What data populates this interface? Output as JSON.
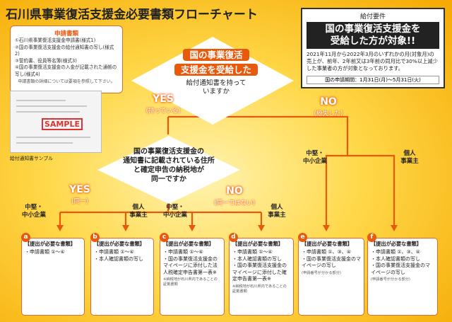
{
  "title": {
    "main": "石川県事業復活支援金必要書類フローチャート"
  },
  "requirements": {
    "header": "給付要件",
    "headline_1": "国の事業復活支援金を",
    "headline_2": "受給した方が対象!!",
    "body": "2021年11月から2022年3月のいずれかの月(対象月)の売上が、前年、2年前又は3年前の同月比で30%以上減少した事業者の方が対象となっております。",
    "period": "国の申請期間：1月31日(月)～5月31日(火)"
  },
  "documents": {
    "title": "申請書類",
    "items": [
      "①石川県事業復活支援金申請書(様式1)",
      "②国の事業復活支援金の給付通知書の写し(様式2)",
      "③誓約書、役員等名簿(様式3)",
      "④国の事業復活支援金の入金が記載された通帳の写し(様式4)"
    ],
    "note": "申請書類の詳細については要項を参照して下さい。",
    "sample_stamp": "SAMPLE",
    "sample_caption": "給付通知書サンプル"
  },
  "q1": {
    "line1": "国の事業復活",
    "line2": "支援金を受給した",
    "line3": "給付通知書を持って",
    "line4": "いますか"
  },
  "q2": {
    "line1": "国の事業復活支援金の",
    "line2": "通知書に記載されている住所",
    "line3": "と確定申告の納税地が",
    "line4": "同一ですか"
  },
  "branches": {
    "yes1": "YES",
    "yes1_sub": "(持っている)",
    "no1": "NO",
    "no1_sub": "(紛失した)",
    "yes2": "YES",
    "yes2_sub": "(同一)",
    "no2": "NO",
    "no2_sub": "(同一ではない)",
    "corp": "中堅・\n中小企業",
    "indiv": "個人\n事業主"
  },
  "results": [
    {
      "badge": "a",
      "title": "【提出が必要な書類】",
      "items": [
        "・申請書類 ①～④"
      ],
      "note": ""
    },
    {
      "badge": "b",
      "title": "【提出が必要な書類】",
      "items": [
        "・申請書類 ①～④",
        "・本人確認書類の写し"
      ],
      "note": ""
    },
    {
      "badge": "c",
      "title": "【提出が必要な書類】",
      "items": [
        "・申請書類 ①～④",
        "・国の事業復活支援金のマイページに添付した法人税確定申告書第一表※"
      ],
      "note": "※納税地が石川県内であることの証拠書類"
    },
    {
      "badge": "d",
      "title": "【提出が必要な書類】",
      "items": [
        "・申請書類 ①～④",
        "・本人確認書類の写し",
        "・国の事業復活支援金のマイページに添付した確定申告書第一表※"
      ],
      "note": "※納税地が石川県内であることの証拠書類"
    },
    {
      "badge": "e",
      "title": "【提出が必要な書類】",
      "items": [
        "・申請書類 ①、③、④",
        "・国の事業復活支援金のマイページの写し"
      ],
      "note": "(申請番号が分かる部分)"
    },
    {
      "badge": "f",
      "title": "【提出が必要な書類】",
      "items": [
        "・申請書類 ①、③、④",
        "・本人確認書類の写し",
        "・国の事業復活支援金のマイページの写し"
      ],
      "note": "(申請番号が分かる部分)"
    }
  ],
  "colors": {
    "accent": "#e8590c",
    "background": "#ffd84a"
  }
}
